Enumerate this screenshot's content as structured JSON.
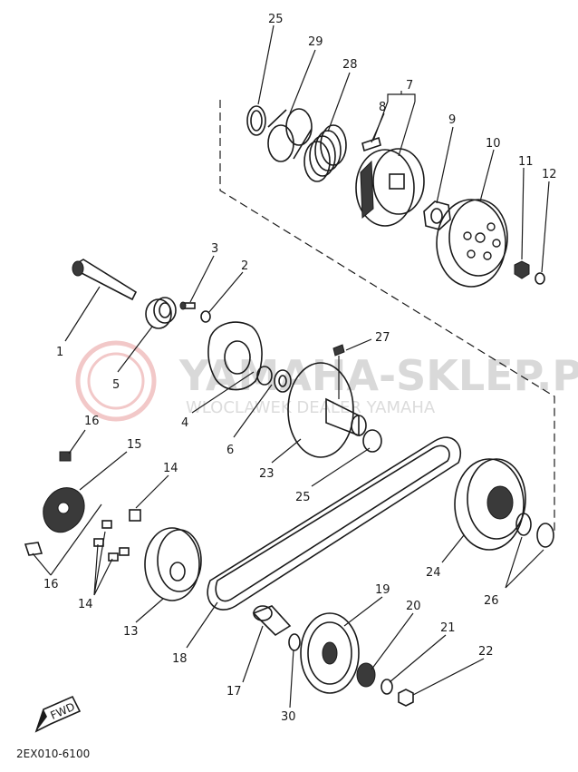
{
  "diagram": {
    "part_code": "2EX010-6100",
    "fwd_label": "FWD",
    "watermark": {
      "title": "YAMAHA-SKLEP.PL",
      "subtitle": "WLOCLAWEK DEALER YAMAHA"
    },
    "callouts": {
      "c1": "1",
      "c2": "2",
      "c3": "3",
      "c4": "4",
      "c5": "5",
      "c6": "6",
      "c7": "7",
      "c8": "8",
      "c9": "9",
      "c10": "10",
      "c11": "11",
      "c12": "12",
      "c13": "13",
      "c14a": "14",
      "c14b": "14",
      "c15": "15",
      "c16a": "16",
      "c16b": "16",
      "c17": "17",
      "c18": "18",
      "c19": "19",
      "c20": "20",
      "c21": "21",
      "c22": "22",
      "c23": "23",
      "c24": "24",
      "c25a": "25",
      "c25b": "25",
      "c26": "26",
      "c27": "27",
      "c28": "28",
      "c29": "29",
      "c30": "30"
    }
  }
}
